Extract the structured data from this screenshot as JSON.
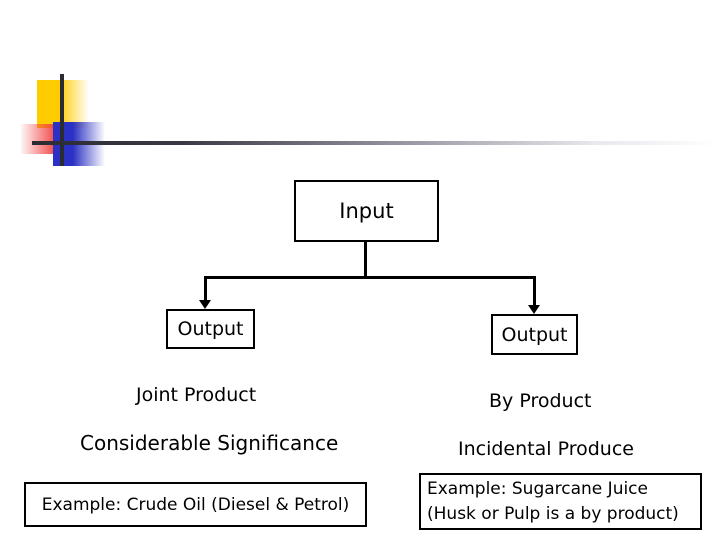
{
  "slide": {
    "background_color": "#ffffff",
    "ornament": {
      "name": "decorative-header-ornament",
      "colors": {
        "yellow": "#FFCC00",
        "red": "#F04040",
        "blue": "#2B31C4",
        "line": "#2b2b33"
      }
    }
  },
  "diagram": {
    "type": "flow-chart",
    "line_color": "#000000",
    "nodes": {
      "input": {
        "label": "Input",
        "boxed": true
      },
      "output_left": {
        "label": "Output",
        "boxed": true
      },
      "output_right": {
        "label": "Output",
        "boxed": true
      }
    },
    "branches": [
      {
        "side": "left",
        "output_label": "Output",
        "product_type": "Joint Product",
        "significance": "Considerable Significance",
        "example_lines": [
          "Example: Crude Oil (Diesel & Petrol)"
        ]
      },
      {
        "side": "right",
        "output_label": "Output",
        "product_type": "By Product",
        "significance": "Incidental Produce",
        "example_lines": [
          "Example: Sugarcane Juice",
          "(Husk or Pulp is a by product)"
        ]
      }
    ]
  },
  "captions": {
    "joint_product": "Joint Product",
    "by_product": "By Product",
    "considerable_significance": "Considerable Significance",
    "incidental_produce": "Incidental Produce"
  },
  "examples": {
    "left": "Example: Crude Oil (Diesel & Petrol)",
    "right_line1": "Example: Sugarcane Juice",
    "right_line2": "(Husk or Pulp is a by product)"
  }
}
